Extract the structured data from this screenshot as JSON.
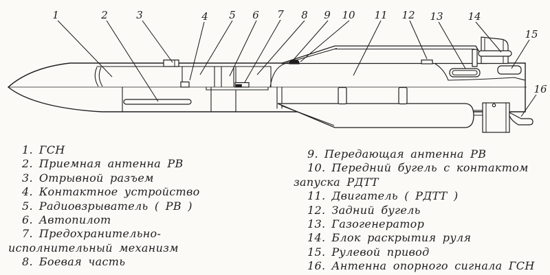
{
  "colors": {
    "ink": "#1e1e1e",
    "paper": "#fbfaf7"
  },
  "callouts": [
    {
      "n": "1"
    },
    {
      "n": "2"
    },
    {
      "n": "3"
    },
    {
      "n": "4"
    },
    {
      "n": "5"
    },
    {
      "n": "6"
    },
    {
      "n": "7"
    },
    {
      "n": "8"
    },
    {
      "n": "9"
    },
    {
      "n": "10"
    },
    {
      "n": "11"
    },
    {
      "n": "12"
    },
    {
      "n": "13"
    },
    {
      "n": "14"
    },
    {
      "n": "15"
    },
    {
      "n": "16"
    }
  ],
  "legend": {
    "left": [
      {
        "num": "1.",
        "text": "ГСН"
      },
      {
        "num": "2.",
        "text": "Приемная антенна РВ"
      },
      {
        "num": "3.",
        "text": "Отрывной разъем"
      },
      {
        "num": "4.",
        "text": "Контактное устройство"
      },
      {
        "num": "5.",
        "text": "Радиовзрыватель ( РВ )"
      },
      {
        "num": "6.",
        "text": "Автопилот"
      },
      {
        "num": "7.",
        "text": "Предохранительно-исполнительный механизм"
      },
      {
        "num": "8.",
        "text": "Боевая часть"
      }
    ],
    "right": [
      {
        "num": "9.",
        "text": "Передающая антенна РВ"
      },
      {
        "num": "10.",
        "text": "Передний бугель с контактом запуска РДТТ"
      },
      {
        "num": "11.",
        "text": "Двигатель ( РДТТ )"
      },
      {
        "num": "12.",
        "text": "Задний бугель"
      },
      {
        "num": "13.",
        "text": "Газогенератор"
      },
      {
        "num": "14.",
        "text": "Блок раскрытия руля"
      },
      {
        "num": "15.",
        "text": "Рулевой привод"
      },
      {
        "num": "16.",
        "text": "Антенна опорного сигнала ГСН"
      }
    ]
  }
}
